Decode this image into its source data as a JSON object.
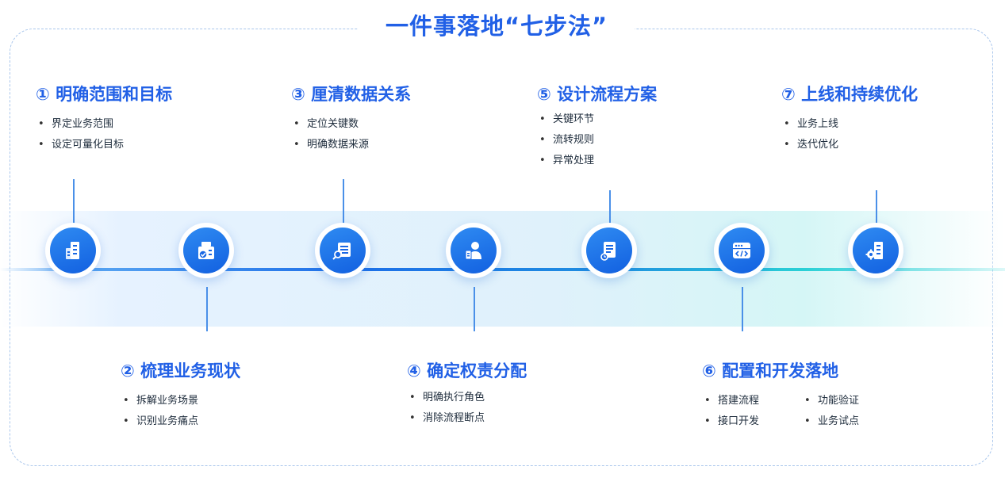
{
  "title": "一件事落地“七步法”",
  "steps": [
    {
      "num": "①",
      "title": "明确范围和目标",
      "items": [
        "界定业务范围",
        "设定可量化目标"
      ],
      "icon": "building-icon"
    },
    {
      "num": "②",
      "title": "梳理业务现状",
      "items": [
        "拆解业务场景",
        "识别业务痛点"
      ],
      "icon": "documents-check-icon"
    },
    {
      "num": "③",
      "title": "厘清数据关系",
      "items": [
        "定位关键数",
        "明确数据来源"
      ],
      "icon": "data-search-icon"
    },
    {
      "num": "④",
      "title": "确定权责分配",
      "items": [
        "明确执行角色",
        "消除流程断点"
      ],
      "icon": "person-role-icon"
    },
    {
      "num": "⑤",
      "title": "设计流程方案",
      "items": [
        "关键环节",
        "流转规则",
        "异常处理"
      ],
      "icon": "process-document-icon"
    },
    {
      "num": "⑥",
      "title": "配置和开发落地",
      "items": [
        "搭建流程",
        "功能验证",
        "接口开发",
        "业务试点"
      ],
      "icon": "code-window-icon"
    },
    {
      "num": "⑦",
      "title": "上线和持续优化",
      "items": [
        "业务上线",
        "迭代优化"
      ],
      "icon": "building-gear-icon"
    }
  ]
}
